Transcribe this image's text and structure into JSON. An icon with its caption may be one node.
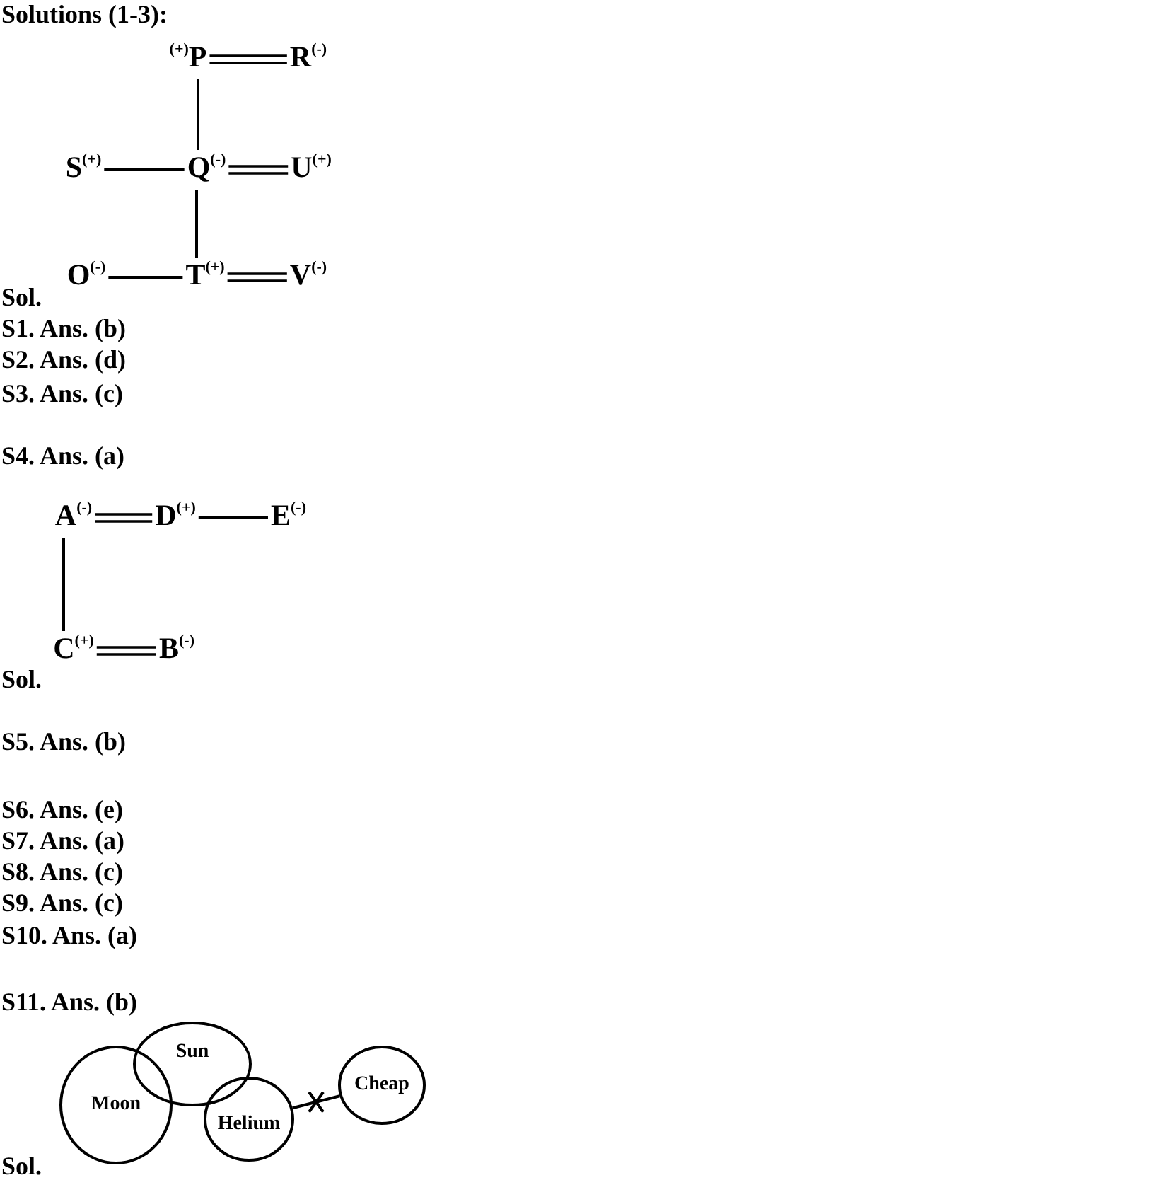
{
  "diagram": {
    "title": "Solutions (1-3):",
    "nodes": [
      {
        "text": [
          "$^{(+)}$P"
        ]
      },
      {
        "text": [
          "R$^{(-)}$"
        ]
      },
      {
        "text": [
          "S$^{(+)}$"
        ]
      },
      {
        "text": [
          "Q$^{(-)}$"
        ]
      },
      {
        "text": [
          "U$^{(+)}$"
        ]
      },
      {
        "text": [
          "O$^{(-)}$"
        ]
      },
      {
        "text": [
          "T$^{(+)}$"
        ]
      },
      {
        "text": [
          "V$^{(-)}$"
        ]
      },
      {
        "text": [
          "A$^{(-)}$"
        ]
      },
      {
        "text": [
          "D$^{(+)}$"
        ]
      },
      {
        "text": [
          "E$^{(-)}$"
        ]
      },
      {
        "text": [
          "C$^{(+)}$"
        ]
      },
      {
        "text": [
          "B$^{(-)}$"
        ]
      },
      {
        "text": [
          "Moon"
        ]
      },
      {
        "text": [
          "Sun"
        ]
      },
      {
        "text": [
          "Helium"
        ]
      },
      {
        "text": [
          "Cheap"
        ]
      }
    ],
    "edges": [
      {
        "from": 0,
        "to": 1,
        "arrow": "none"
      },
      {
        "from": 0,
        "to": 3,
        "arrow": "none"
      },
      {
        "from": 2,
        "to": 3,
        "arrow": "none"
      },
      {
        "from": 3,
        "to": 4,
        "arrow": "none"
      },
      {
        "from": 3,
        "to": 6,
        "arrow": "none"
      },
      {
        "from": 5,
        "to": 6,
        "arrow": "none"
      },
      {
        "from": 6,
        "to": 7,
        "arrow": "none"
      },
      {
        "from": 8,
        "to": 9,
        "arrow": "none"
      },
      {
        "from": 9,
        "to": 10,
        "arrow": "none"
      },
      {
        "from": 8,
        "to": 11,
        "arrow": "none"
      },
      {
        "from": 11,
        "to": 12,
        "arrow": "none"
      },
      {
        "from": 15,
        "to": 16,
        "arrow": "none"
      }
    ],
    "labels": [
      "Sol.",
      "S1. Ans. (b)",
      "S2. Ans. (d)",
      "S3. Ans. (c)",
      "S4. Ans. (a)",
      "Sol.",
      "S5. Ans. (b)",
      "S6. Ans. (e)",
      "S7. Ans. (a)",
      "S8. Ans. (c)",
      "S9. Ans. (c)",
      "S10. Ans. (a)",
      "S11. Ans. (b)",
      "Sol."
    ]
  }
}
